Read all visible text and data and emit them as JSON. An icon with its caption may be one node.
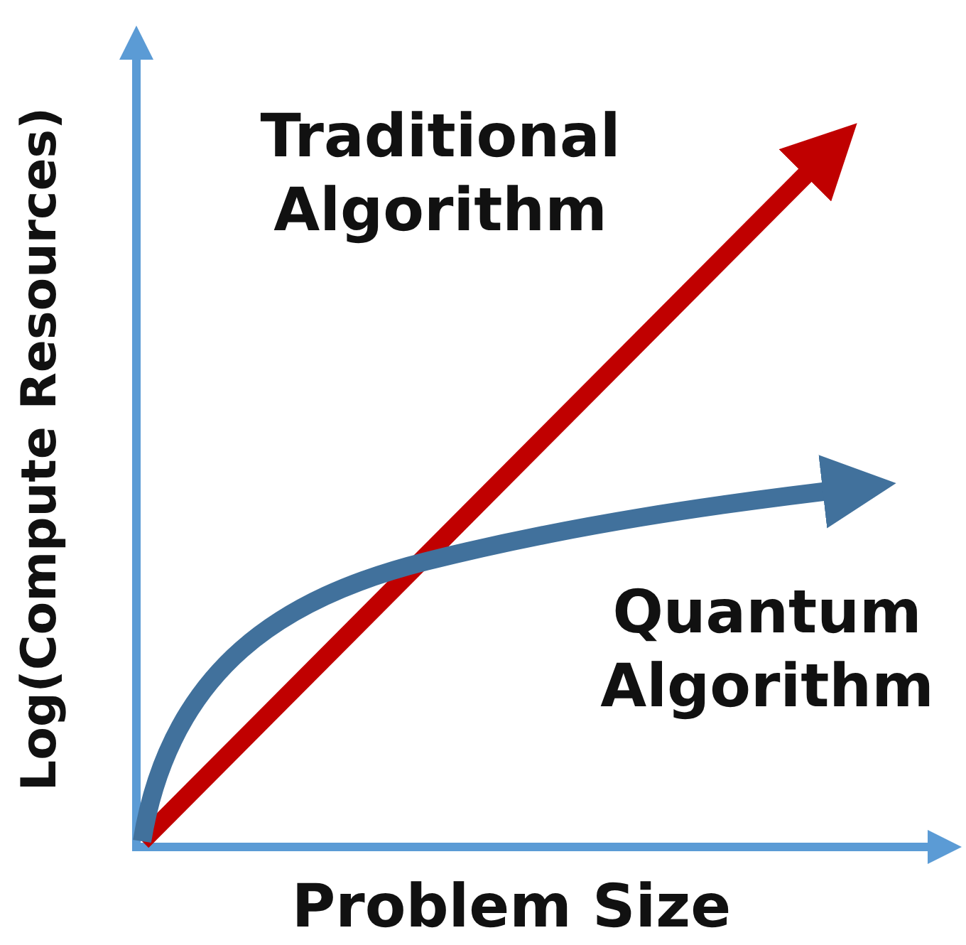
{
  "diagram": {
    "labels": [
      "Log(Compute Resources)",
      "Traditional Algorithm",
      "Quantum Algorithm",
      "Problem Size"
    ]
  }
}
